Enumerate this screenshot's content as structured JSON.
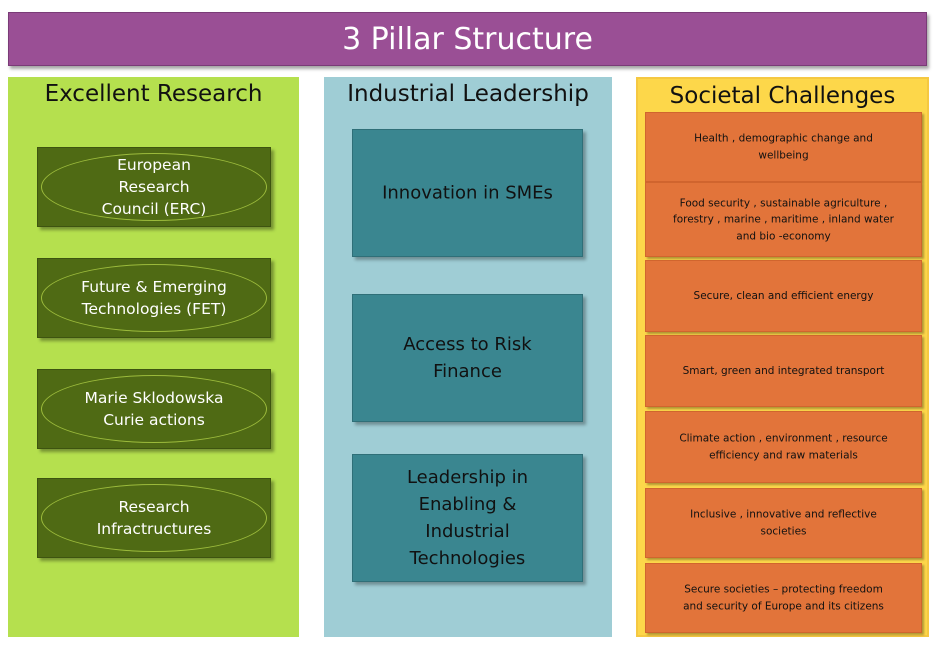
{
  "title": "3 Pillar Structure",
  "colors": {
    "title_bar": "#9a4f95",
    "excellent_research": "#b5e04e",
    "industrial_leadership": "#9fcdd5",
    "societal_challenges": "#fdd74a",
    "green_box": "#4f6a14",
    "teal_box": "#3a8690",
    "orange_box": "#e2743a"
  },
  "pillars": [
    {
      "heading": "Excellent Research",
      "items": [
        "European\nResearch\nCouncil (ERC)",
        "Future & Emerging\nTechnologies (FET)",
        "Marie Sklodowska\nCurie actions",
        "Research\nInfractructures"
      ]
    },
    {
      "heading": "Industrial Leadership",
      "items": [
        "Innovation in SMEs",
        "Access to Risk\nFinance",
        "Leadership in\nEnabling &\nIndustrial\nTechnologies"
      ]
    },
    {
      "heading": "Societal Challenges",
      "items": [
        "Health , demographic change and\nwellbeing",
        "Food security , sustainable agriculture ,\nforestry , marine , maritime , inland water\nand bio -economy",
        "Secure, clean and efficient energy",
        "Smart, green and integrated transport",
        "Climate action , environment , resource\nefficiency and raw materials",
        "Inclusive , innovative and reflective\nsocieties",
        "Secure societies  – protecting freedom\nand security of Europe and its citizens"
      ]
    }
  ]
}
